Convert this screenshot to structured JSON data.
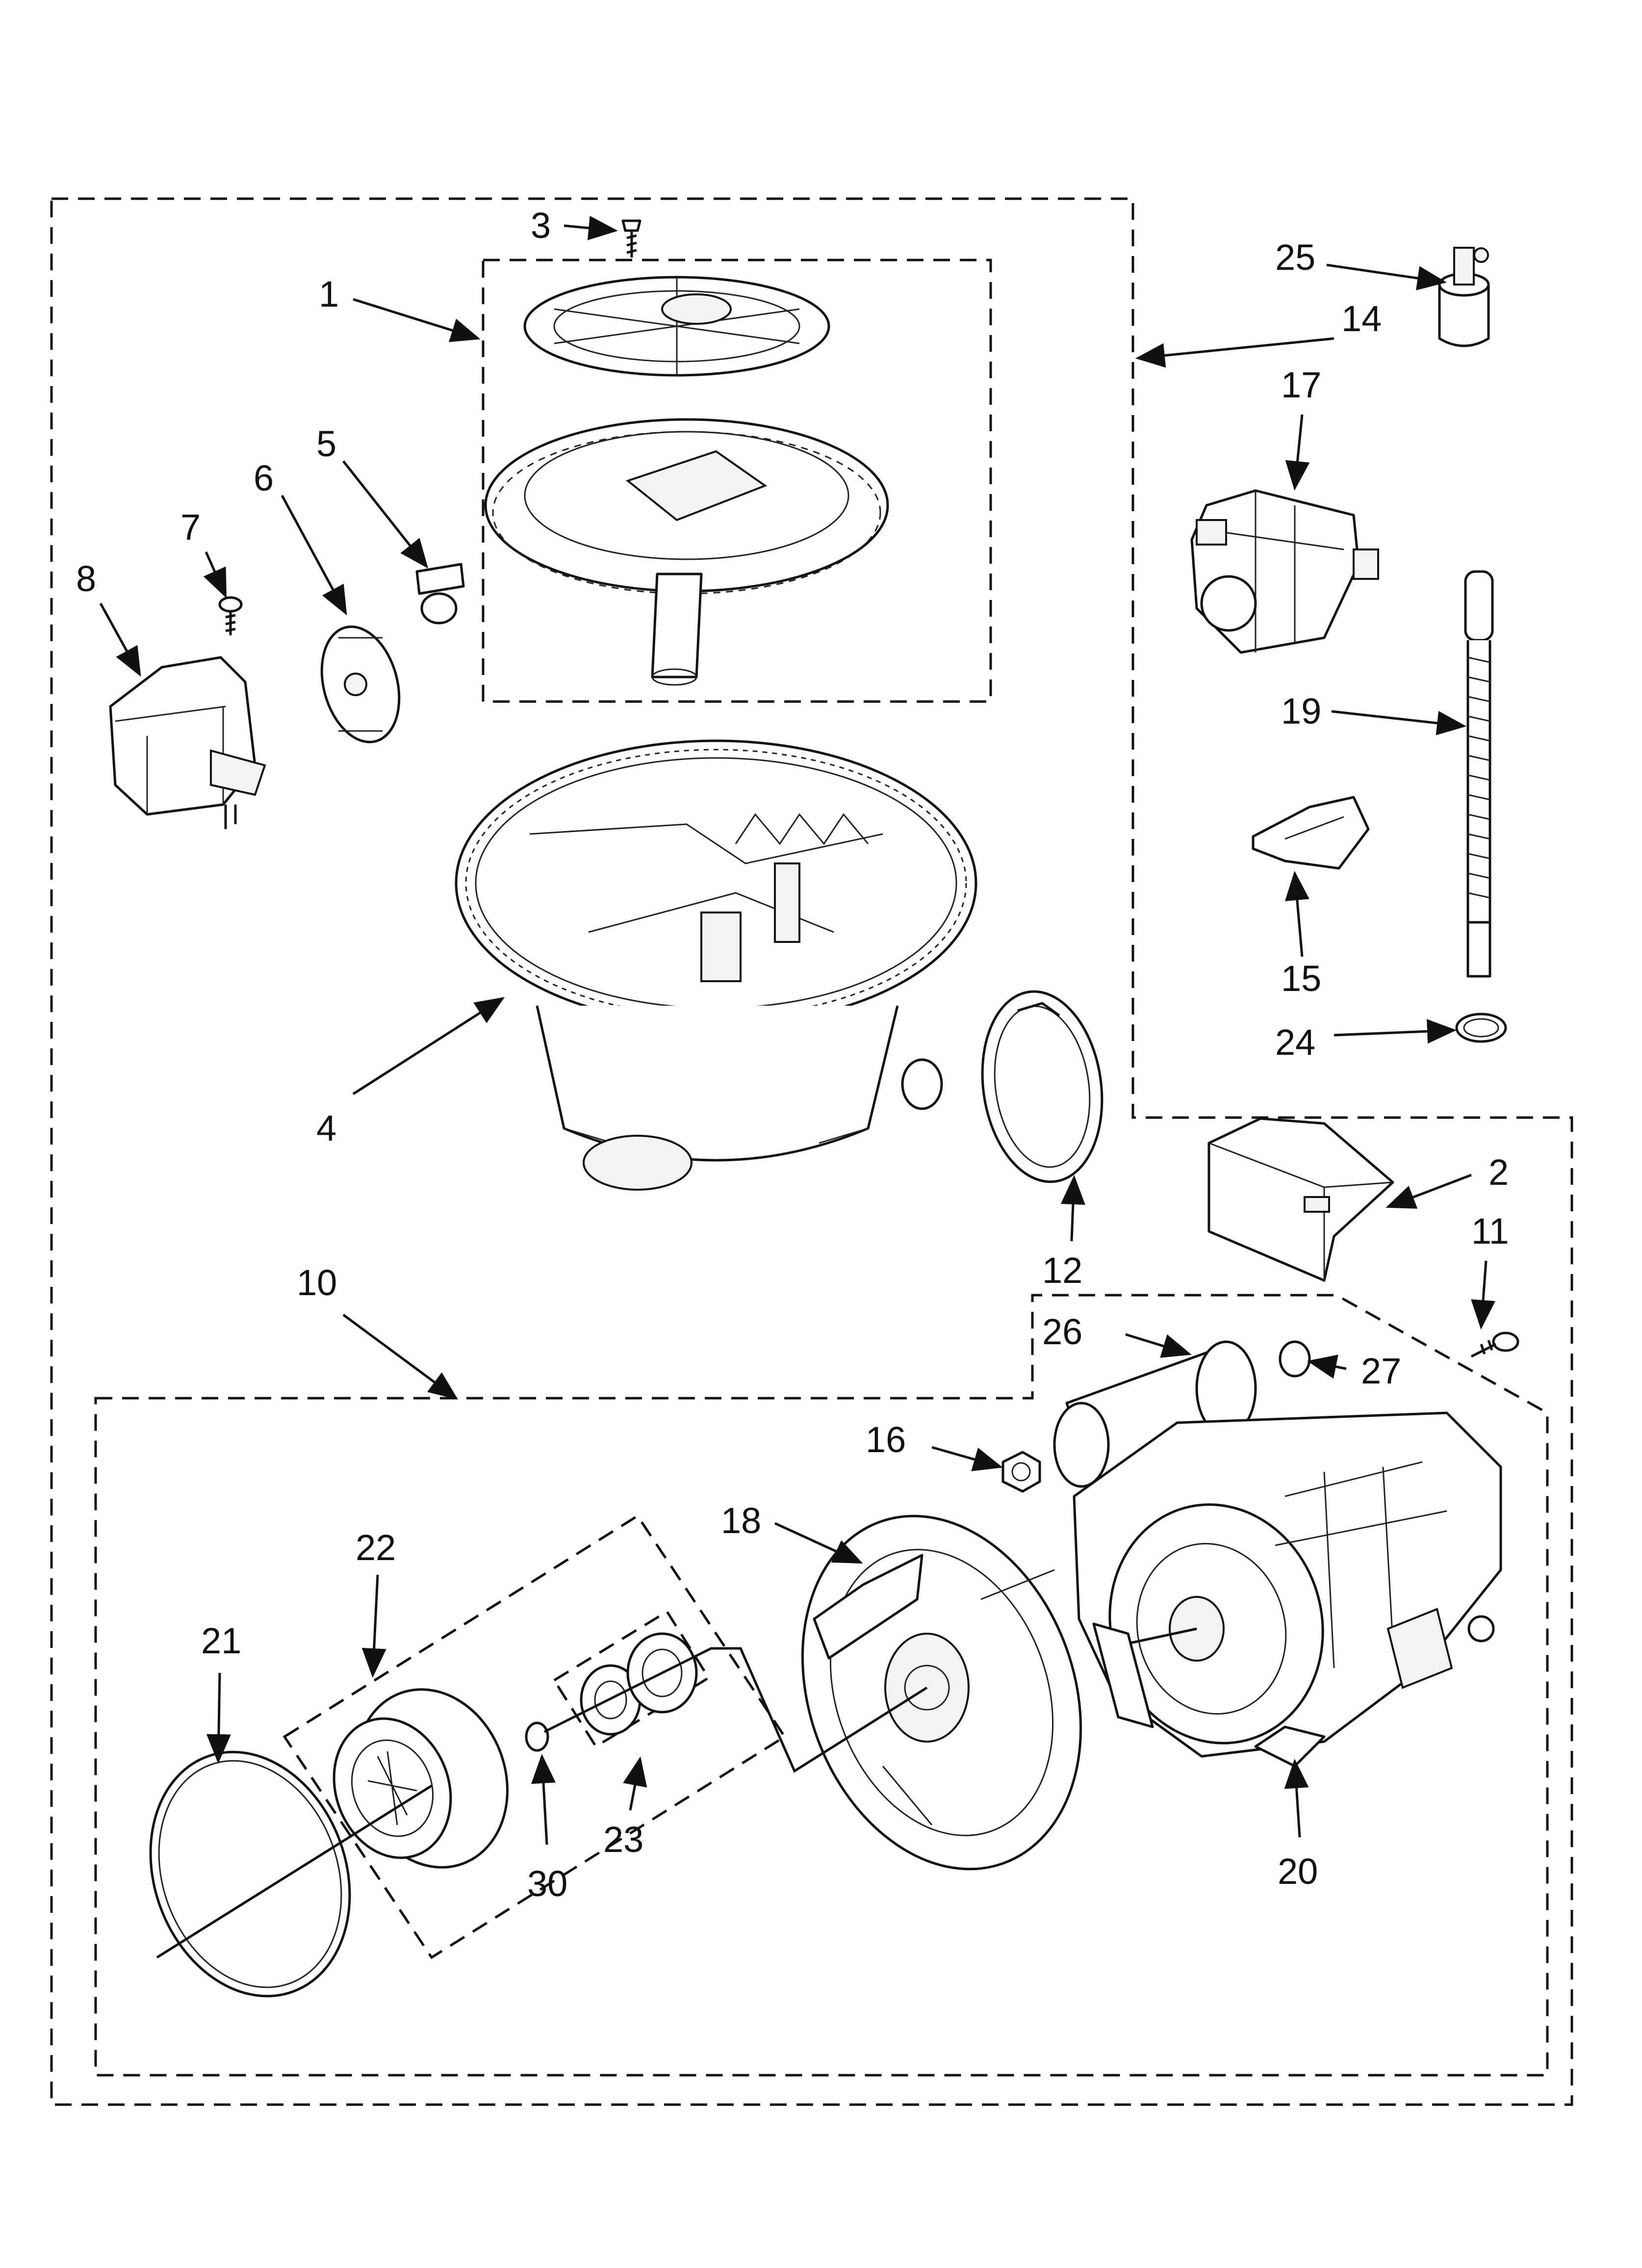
{
  "callouts": {
    "c1": "1",
    "c2": "2",
    "c3": "3",
    "c4": "4",
    "c5": "5",
    "c6": "6",
    "c7": "7",
    "c8": "8",
    "c10": "10",
    "c11": "11",
    "c12": "12",
    "c14": "14",
    "c15": "15",
    "c16": "16",
    "c17": "17",
    "c18": "18",
    "c19": "19",
    "c20": "20",
    "c21": "21",
    "c22": "22",
    "c23": "23",
    "c24": "24",
    "c25": "25",
    "c26": "26",
    "c27": "27",
    "c30": "30"
  },
  "colors": {
    "line": "#111111",
    "background": "#ffffff"
  }
}
